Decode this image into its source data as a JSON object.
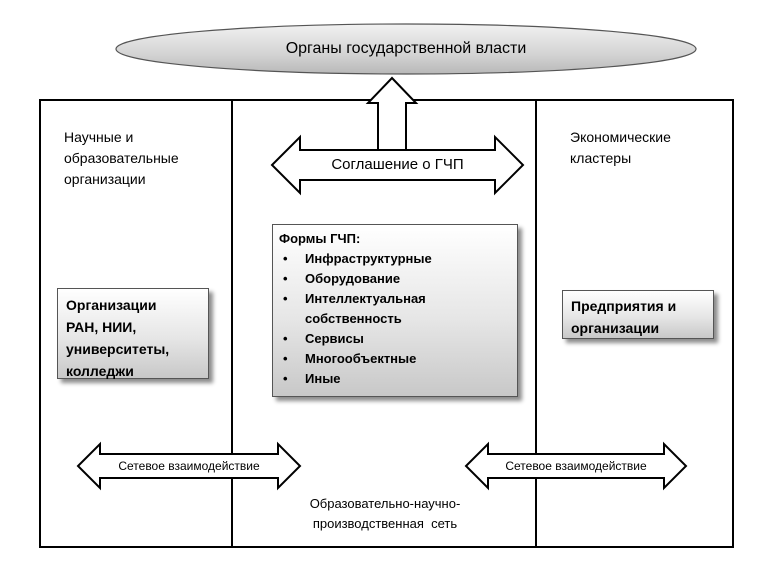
{
  "top_ellipse": {
    "label": "Органы государственной власти"
  },
  "left_column": {
    "title_lines": [
      "Научные и",
      "образовательные",
      "организации"
    ],
    "box_lines": [
      "Организации",
      "РАН, НИИ,",
      "университеты,",
      "колледжи"
    ]
  },
  "right_column": {
    "title_lines": [
      "Экономические",
      "кластеры"
    ],
    "box_lines": [
      "Предприятия и",
      "организации"
    ]
  },
  "center_column": {
    "agreement_label": "Соглашение о ГЧП",
    "forms_title": "Формы ГЧП:",
    "forms_items": [
      "Инфраструктурные",
      "Оборудование",
      "Интеллектуальная собственность",
      "Сервисы",
      "Многообъектные",
      "Иные"
    ],
    "network_lines": [
      "Образовательно-научно-",
      "производственная  сеть"
    ]
  },
  "network_arrows": {
    "left_label": "Сетевое взаимодействие",
    "right_label": "Сетевое взаимодействие"
  },
  "bullet_glyph": "•"
}
